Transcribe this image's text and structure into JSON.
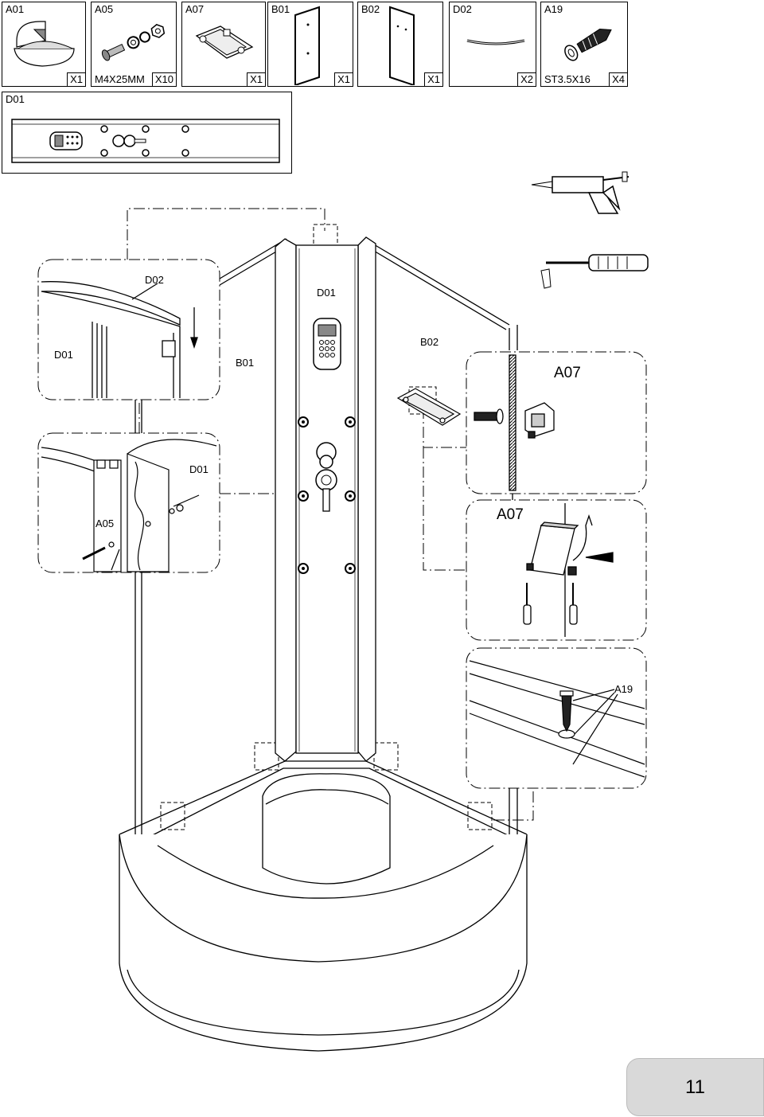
{
  "parts": [
    {
      "code": "A01",
      "qty": "X1",
      "size": "",
      "icon": "shower-tray-icon"
    },
    {
      "code": "A05",
      "qty": "X10",
      "size": "M4X25MM",
      "icon": "bolt-washer-nut-icon"
    },
    {
      "code": "A07",
      "qty": "X1",
      "size": "",
      "icon": "glass-clamp-icon"
    },
    {
      "code": "B01",
      "qty": "X1",
      "size": "",
      "icon": "glass-panel-icon"
    },
    {
      "code": "B02",
      "qty": "X1",
      "size": "",
      "icon": "glass-panel-icon"
    },
    {
      "code": "D02",
      "qty": "X2",
      "size": "",
      "icon": "arc-rail-icon"
    },
    {
      "code": "A19",
      "qty": "X4",
      "size": "ST3.5X16",
      "icon": "screw-plug-icon"
    }
  ],
  "column_part": {
    "code": "D01"
  },
  "tools": [
    "silicone-gun-icon",
    "screwdriver-icon"
  ],
  "callouts": {
    "top_left": {
      "d02": "D02",
      "d01": "D01"
    },
    "mid_left": {
      "d01": "D01",
      "a05": "A05"
    },
    "main": {
      "d01": "D01",
      "b01": "B01",
      "b02": "B02"
    },
    "right_top": {
      "a07": "A07"
    },
    "right_mid": {
      "a07": "A07"
    },
    "right_bottom": {
      "a19": "A19"
    }
  },
  "page_number": "11"
}
